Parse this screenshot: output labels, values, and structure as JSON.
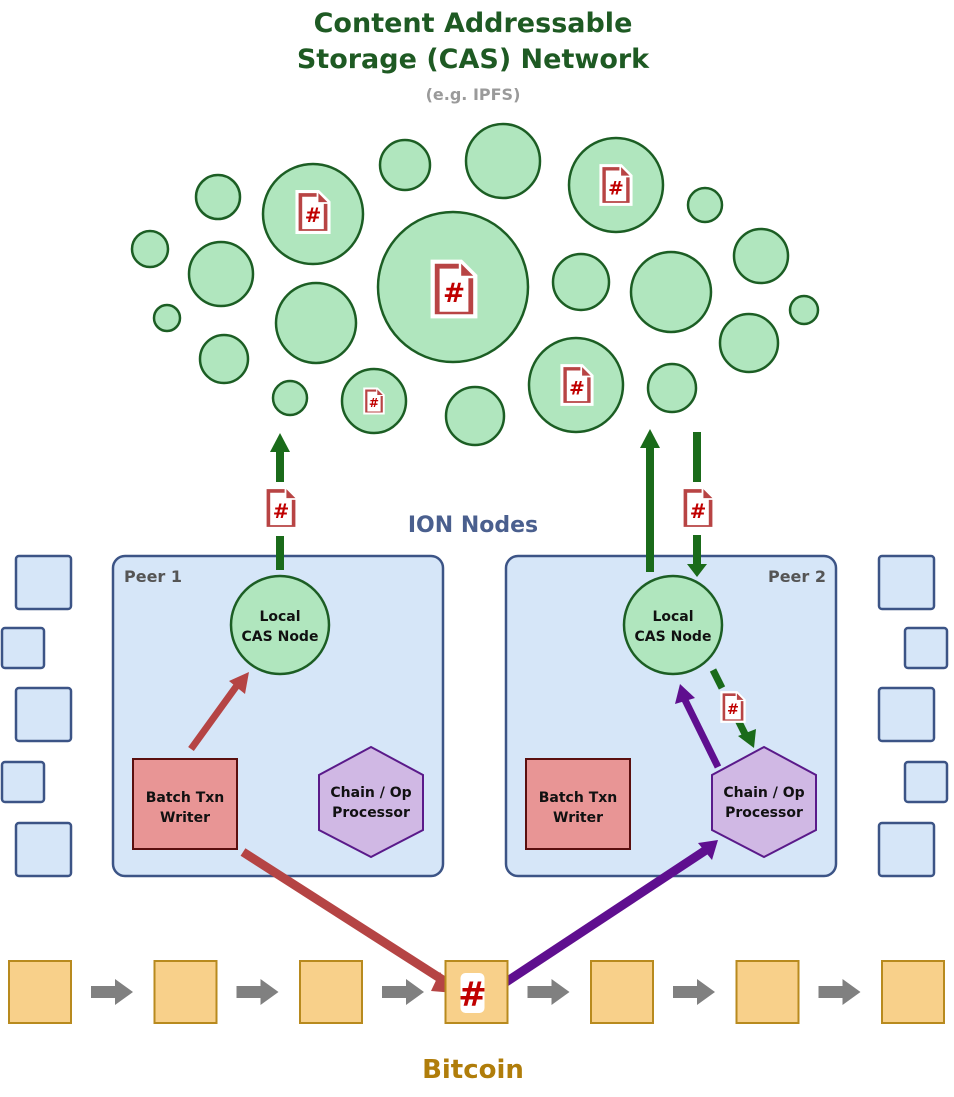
{
  "title": {
    "line1": "Content Addressable",
    "line2": "Storage (CAS) Network",
    "subtitle": "(e.g. IPFS)"
  },
  "ion_nodes_label": "ION Nodes",
  "peers": [
    {
      "label": "Peer 1",
      "cas_node": {
        "line1": "Local",
        "line2": "CAS Node"
      },
      "batch_writer": {
        "line1": "Batch Txn",
        "line2": "Writer"
      },
      "processor": {
        "line1": "Chain / Op",
        "line2": "Processor"
      }
    },
    {
      "label": "Peer 2",
      "cas_node": {
        "line1": "Local",
        "line2": "CAS Node"
      },
      "batch_writer": {
        "line1": "Batch Txn",
        "line2": "Writer"
      },
      "processor": {
        "line1": "Chain / Op",
        "line2": "Processor"
      }
    }
  ],
  "hash_symbol": "#",
  "blockchain_label": "Bitcoin",
  "block_count": 7,
  "anchored_block_index": 3,
  "icons": {
    "file": "hash-file-icon",
    "arrow": "arrow-icon"
  },
  "colors": {
    "title_green": "#1e5a23",
    "subtitle_gray": "#9a9a9a",
    "cas_fill": "#b0e6be",
    "cas_stroke": "#1c5e24",
    "flow_green": "#1a6b1a",
    "ion_blue": "#4a5f8e",
    "peer_fill": "#d6e6f8",
    "peer_stroke": "#3c5486",
    "writer_fill": "#e89595",
    "writer_stroke": "#5a0f0f",
    "writer_arrow": "#b54444",
    "processor_fill": "#d0b8e4",
    "processor_stroke": "#5a1a8a",
    "processor_arrow": "#5f0f8f",
    "block_fill": "#f8d08a",
    "block_stroke": "#b88a1e",
    "chain_arrow": "#808080",
    "bitcoin_label": "#b07d0a",
    "hash_red": "#c00000",
    "file_red": "#b84444"
  }
}
